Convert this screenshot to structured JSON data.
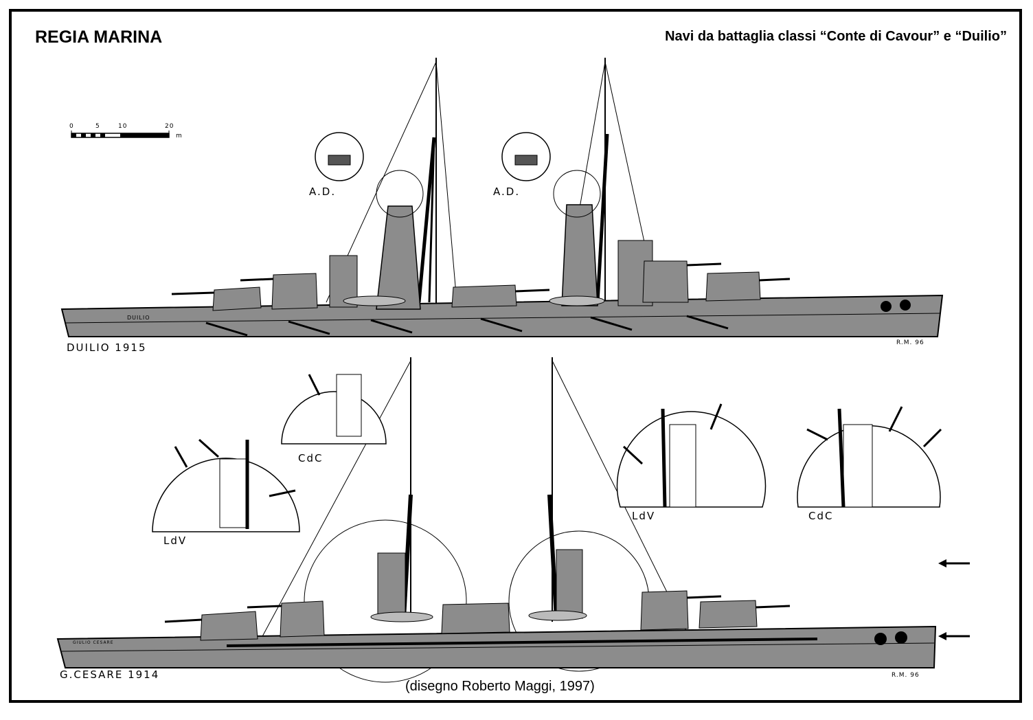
{
  "header": {
    "left_title": "REGIA MARINA",
    "right_title": "Navi da battaglia classi “Conte di Cavour” e “Duilio”"
  },
  "scale": {
    "ticks": [
      "0",
      "5",
      "10",
      "20"
    ],
    "unit": "m"
  },
  "top_ship": {
    "label": "DUILIO 1915",
    "signature": "R.M. 96",
    "hull_name": "DUILIO",
    "details": [
      {
        "label": "A.D."
      },
      {
        "label": "A.D."
      }
    ]
  },
  "bottom_ship": {
    "label": "G.CESARE 1914",
    "signature": "R.M. 96",
    "hull_name": "GIULIO CESARE",
    "details": [
      {
        "label": "CdC"
      },
      {
        "label": "LdV"
      },
      {
        "label": "LdV"
      },
      {
        "label": "CdC"
      }
    ]
  },
  "footer": {
    "credit": "(disegno Roberto Maggi, 1997)"
  },
  "colors": {
    "hull_gray": "#8c8c8c",
    "line": "#000000",
    "background": "#ffffff"
  }
}
